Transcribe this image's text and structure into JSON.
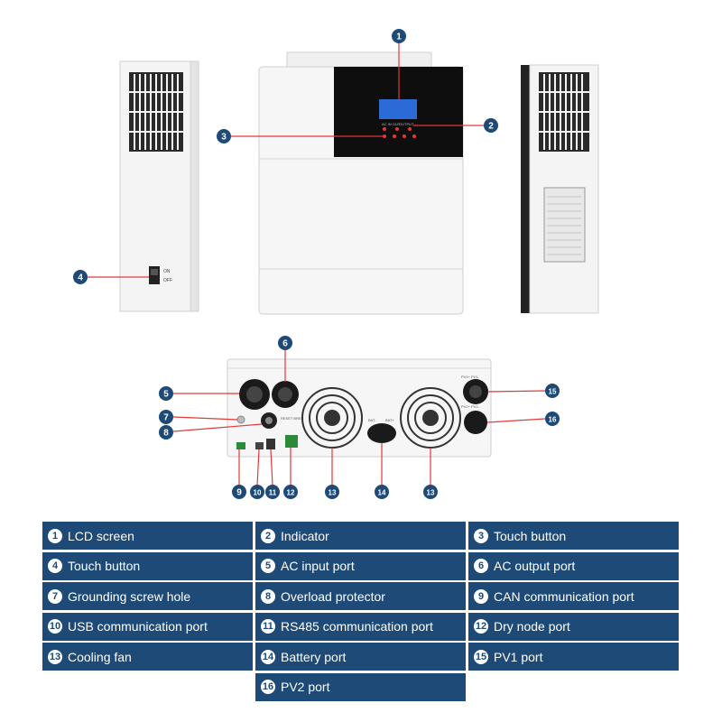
{
  "product": {
    "switch_on": "ON",
    "switch_off": "OFF",
    "panel_text_left": "AC IN OUT",
    "panel_text_mid": "OUTPUT",
    "breaker_text": "RESET BREAKER",
    "bat_neg": "BAT-",
    "bat_pos": "BAT+",
    "pv1_label": "PV1+ PV1-",
    "pv2_label": "PV2+ PV2-"
  },
  "legend": [
    {
      "num": "1",
      "label": "LCD screen"
    },
    {
      "num": "2",
      "label": "Indicator"
    },
    {
      "num": "3",
      "label": "Touch button"
    },
    {
      "num": "4",
      "label": "Touch button"
    },
    {
      "num": "5",
      "label": "AC input port"
    },
    {
      "num": "6",
      "label": "AC output port"
    },
    {
      "num": "7",
      "label": "Grounding screw hole"
    },
    {
      "num": "8",
      "label": "Overload protector"
    },
    {
      "num": "9",
      "label": "CAN communication port"
    },
    {
      "num": "10",
      "label": "USB communication port"
    },
    {
      "num": "11",
      "label": "RS485 communication port"
    },
    {
      "num": "12",
      "label": "Dry node port"
    },
    {
      "num": "13",
      "label": "Cooling fan"
    },
    {
      "num": "14",
      "label": "Battery port"
    },
    {
      "num": "15",
      "label": "PV1 port"
    },
    {
      "num": "16",
      "label": "PV2 port"
    }
  ],
  "callouts": [
    "1",
    "2",
    "3",
    "4",
    "5",
    "6",
    "7",
    "8",
    "9",
    "10",
    "11",
    "12",
    "13",
    "13",
    "14",
    "15",
    "16"
  ],
  "colors": {
    "callout": "#1e4a78",
    "legend_bg": "#1e4a78",
    "lcd": "#2a6bd8"
  }
}
